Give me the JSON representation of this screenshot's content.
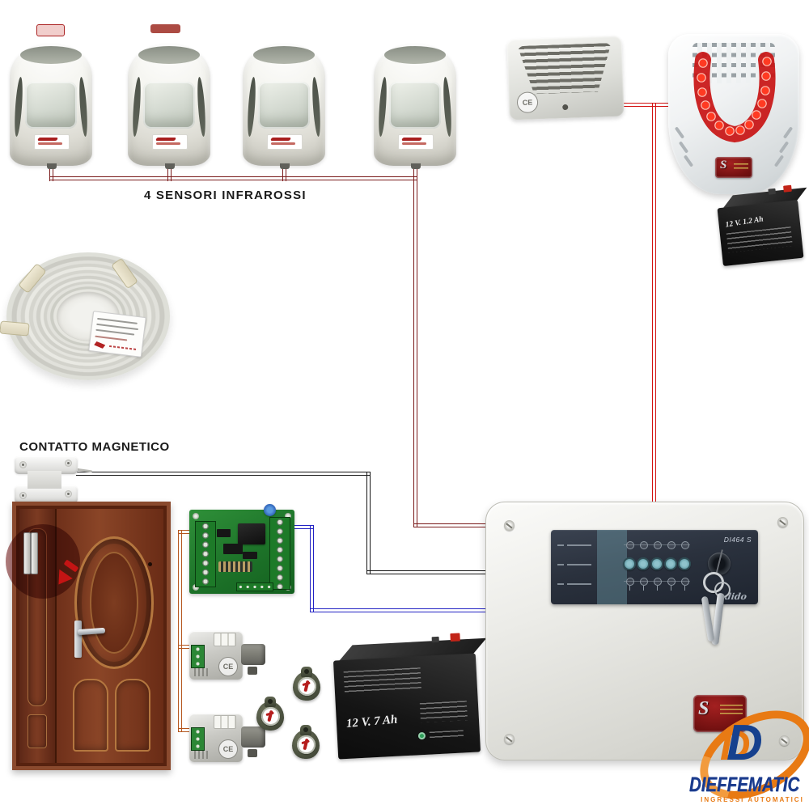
{
  "diagram": {
    "background": "#ffffff",
    "labels": {
      "sensors": "4 SENSORI INFRAROSSI",
      "magnetic_contact": "CONTATTO MAGNETICO"
    },
    "ce_mark": "CE",
    "batteries": {
      "small": "12 V. 1.2 Ah",
      "large": "12 V. 7 Ah"
    },
    "control_panel": {
      "model": "DI464 S",
      "brand_script": "dido",
      "badge_letter": "S"
    },
    "outdoor_siren": {
      "badge_letter": "S"
    },
    "logo": {
      "d_letter": "D",
      "name": "DIEFFEMATIC",
      "tagline": "INGRESSI AUTOMATICI",
      "blue": "#17418f",
      "orange": "#e87a14"
    },
    "wire_colors": {
      "sensor_bus": "#7a1a1a",
      "siren_power": "#d31111",
      "magnetic_contact": "#151515",
      "relay_board": "#2323c4",
      "key_readers": "#b4561e"
    },
    "connections": [
      {
        "from": "pir-sensors",
        "to": "control-panel",
        "wire": "sensor_bus"
      },
      {
        "from": "indoor-siren",
        "to": "outdoor-siren",
        "wire": "siren_power"
      },
      {
        "from": "siren-line",
        "to": "control-panel",
        "wire": "siren_power"
      },
      {
        "from": "magnetic-contact",
        "to": "control-panel",
        "wire": "magnetic_contact"
      },
      {
        "from": "relay-board",
        "to": "control-panel",
        "wire": "relay_board"
      },
      {
        "from": "relay-board",
        "to": "key-readers",
        "wire": "key_readers"
      }
    ]
  }
}
